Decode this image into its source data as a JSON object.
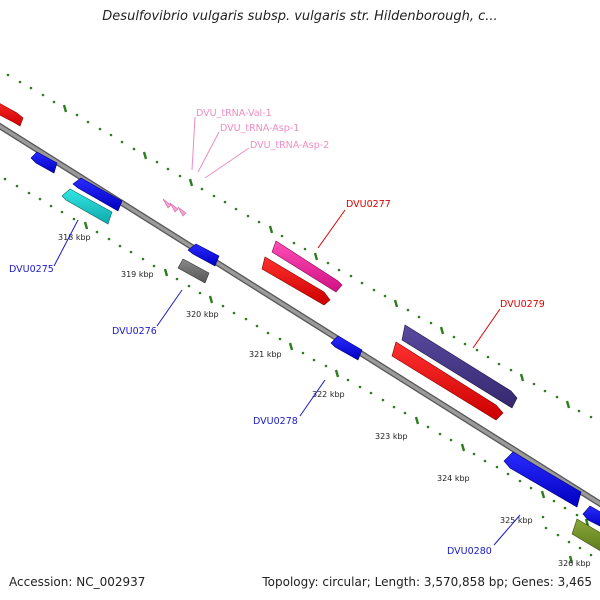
{
  "title": "Desulfovibrio vulgaris subsp. vulgaris str. Hildenborough, c...",
  "footer": {
    "accession": "Accession: NC_002937",
    "topology": "Topology: circular; Length: 3,570,858 bp; Genes: 3,465"
  },
  "colors": {
    "backbone": "#888888",
    "tick_marks": "#2e7d1e",
    "forward_label": "#dd0000",
    "reverse_label": "#1a1acc",
    "trna_label": "#f08cc0"
  },
  "ticks": [
    "318 kbp",
    "319 kbp",
    "320 kbp",
    "321 kbp",
    "322 kbp",
    "323 kbp",
    "324 kbp",
    "325 kbp",
    "326 kbp"
  ],
  "gene_labels": {
    "dvu0275": "DVU0275",
    "dvu0276": "DVU0276",
    "dvu0277": "DVU0277",
    "dvu0278": "DVU0278",
    "dvu0279": "DVU0279",
    "dvu0280": "DVU0280",
    "trna_val1": "DVU_tRNA-Val-1",
    "trna_asp1": "DVU_tRNA-Asp-1",
    "trna_asp2": "DVU_tRNA-Asp-2"
  }
}
